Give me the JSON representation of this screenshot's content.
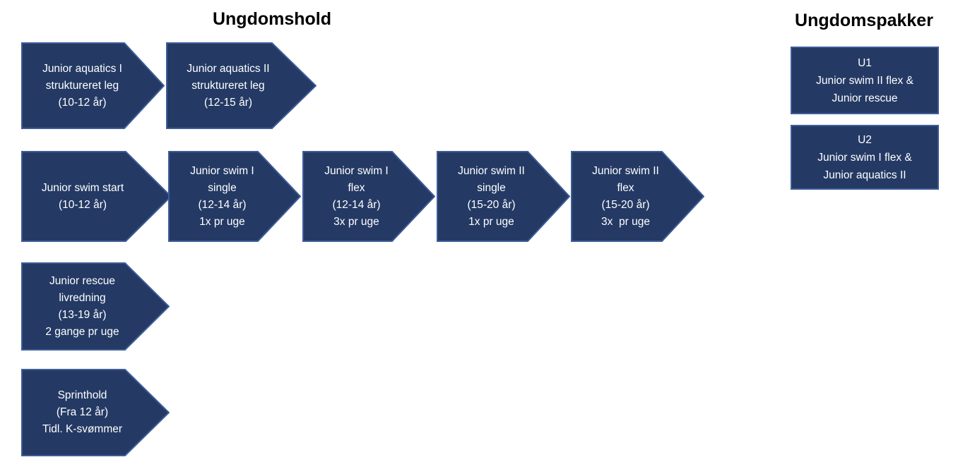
{
  "titles": {
    "left": "Ungdomshold",
    "right": "Ungdomspakker"
  },
  "colors": {
    "shape_fill": "#243a64",
    "shape_border": "#3e5c99",
    "shape_text": "#ffffff",
    "title_color": "#000000",
    "page_bg": "#ffffff"
  },
  "rows": [
    {
      "steps": [
        {
          "lines": [
            "Junior aquatics I",
            "struktureret leg",
            "(10-12 år)"
          ]
        },
        {
          "lines": [
            "Junior aquatics II",
            "struktureret leg",
            "(12-15 år)"
          ]
        }
      ]
    },
    {
      "steps": [
        {
          "lines": [
            "Junior swim start",
            "(10-12 år)"
          ]
        },
        {
          "lines": [
            "Junior swim I",
            "single",
            "(12-14 år)",
            "1x pr uge"
          ]
        },
        {
          "lines": [
            "Junior swim I",
            "flex",
            "(12-14 år)",
            "3x pr uge"
          ]
        },
        {
          "lines": [
            "Junior swim II",
            "single",
            "(15-20 år)",
            "1x pr uge"
          ]
        },
        {
          "lines": [
            "Junior swim II",
            "flex",
            "(15-20 år)",
            "3x  pr uge"
          ]
        }
      ]
    },
    {
      "steps": [
        {
          "lines": [
            "Junior rescue",
            "livredning",
            "(13-19 år)",
            "2 gange pr uge"
          ]
        }
      ]
    },
    {
      "steps": [
        {
          "lines": [
            "Sprinthold",
            "(Fra 12 år)",
            "Tidl. K-svømmer"
          ]
        }
      ]
    }
  ],
  "packages": [
    {
      "lines": [
        "U1",
        "Junior swim II flex &",
        "Junior rescue"
      ]
    },
    {
      "lines": [
        "U2",
        "Junior swim I flex &",
        "Junior aquatics II"
      ]
    }
  ]
}
